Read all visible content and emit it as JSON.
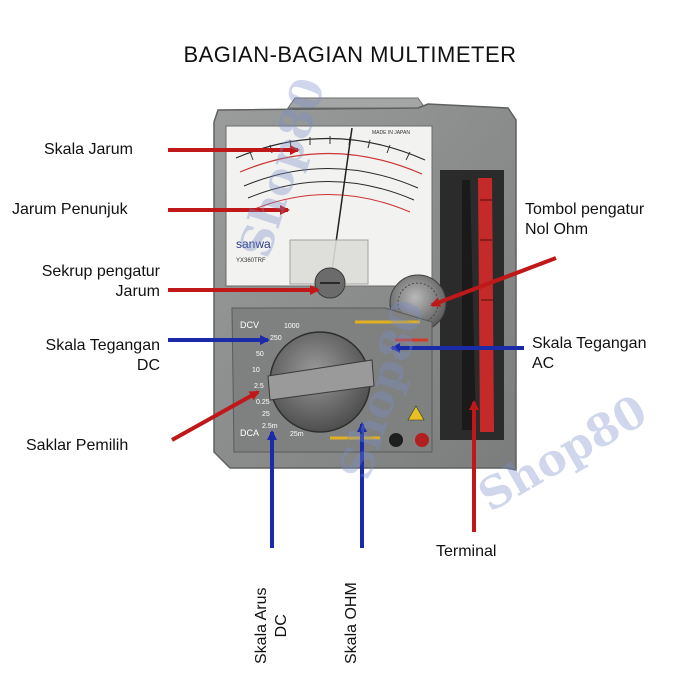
{
  "title": "BAGIAN-BAGIAN MULTIMETER",
  "labels": {
    "skala_jarum": "Skala Jarum",
    "jarum_penunjuk": "Jarum Penunjuk",
    "sekrup_line1": "Sekrup pengatur",
    "sekrup_line2": "Jarum",
    "skala_dc_line1": "Skala Tegangan",
    "skala_dc_line2": "DC",
    "saklar": "Saklar Pemilih",
    "tombol_line1": "Tombol pengatur",
    "tombol_line2": "Nol Ohm",
    "skala_ac_line1": "Skala Tegangan",
    "skala_ac_line2": "AC",
    "terminal": "Terminal",
    "arus_line1": "Skala Arus",
    "arus_line2": "DC",
    "ohm": "Skala OHM"
  },
  "device": {
    "brand": "sanwa",
    "model": "YX360TRF",
    "made_in": "MADE IN JAPAN",
    "dcv": "DCV",
    "dca": "DCA",
    "dial_values": [
      "1000",
      "250",
      "50",
      "10",
      "2.5",
      "0.25",
      "25",
      "2.5m",
      "25m"
    ]
  },
  "watermark": "Shop80",
  "colors": {
    "red_arrow": "#c01818",
    "blue_arrow": "#1a2aa8",
    "body": "#8a8c8c"
  }
}
